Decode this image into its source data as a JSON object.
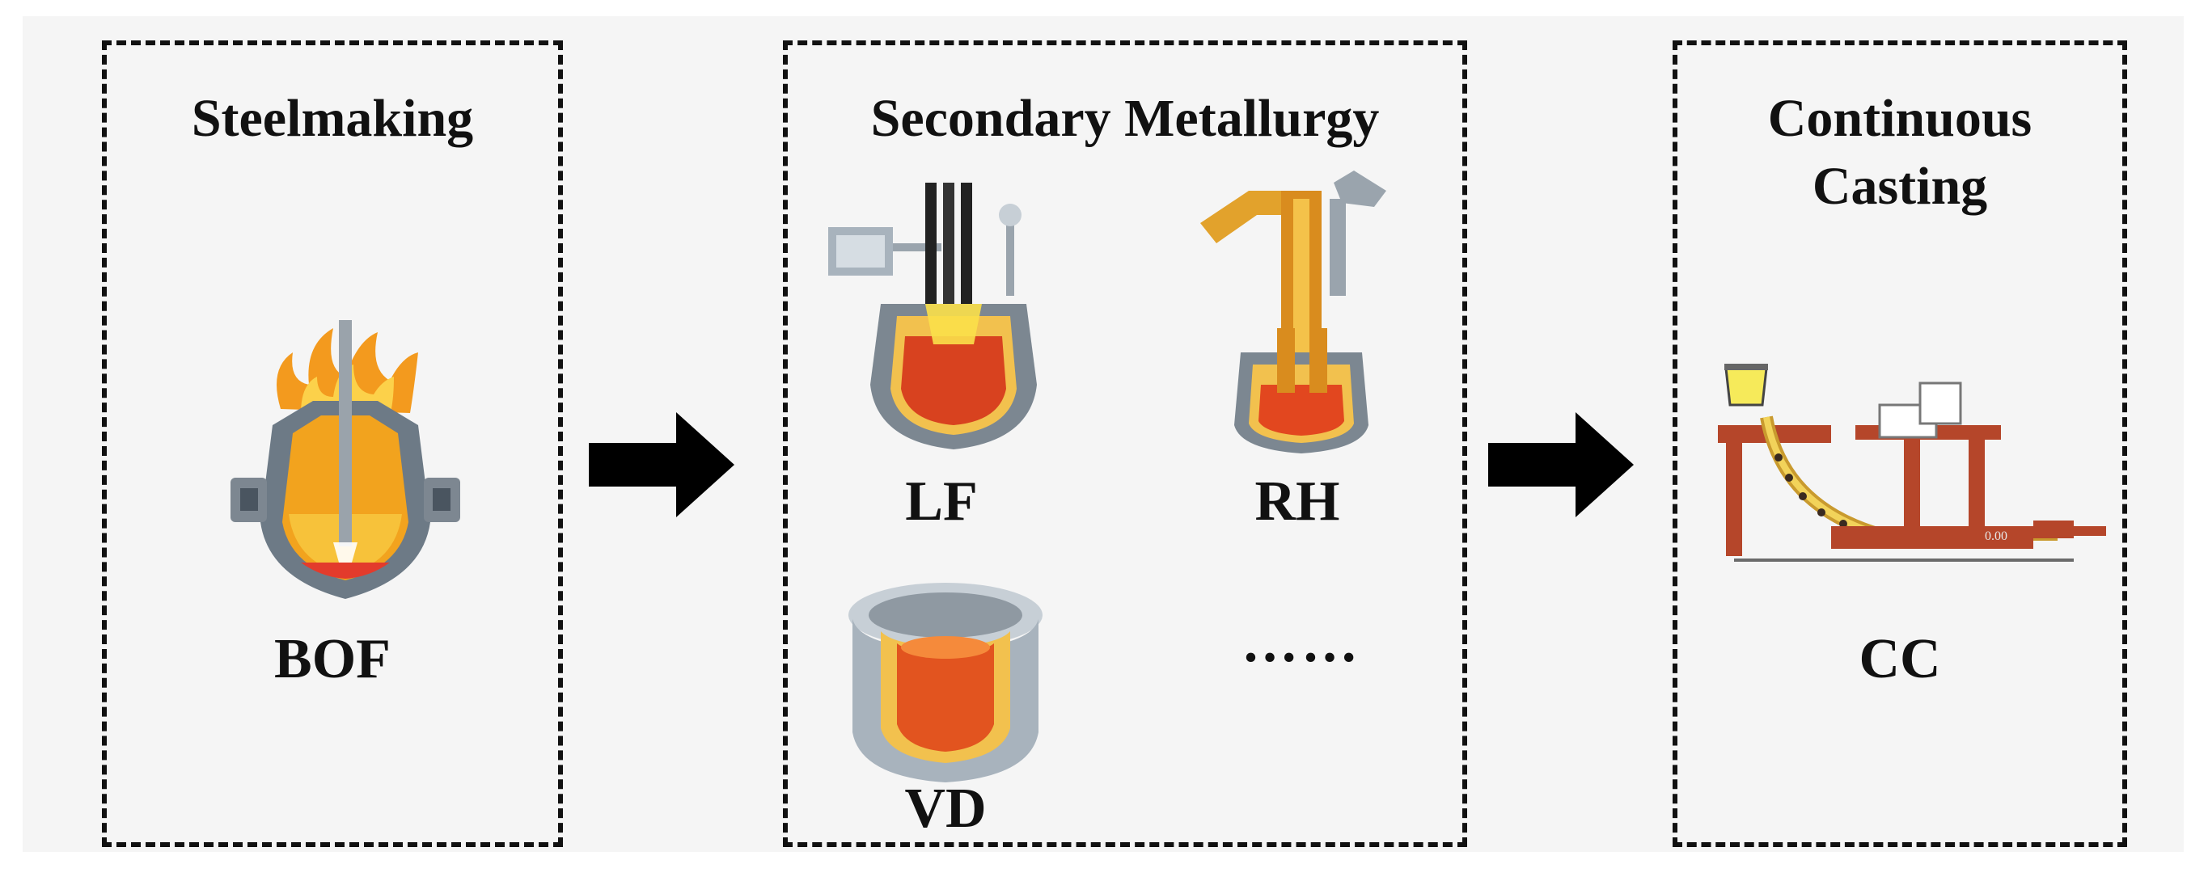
{
  "stages": [
    {
      "title": "Steelmaking",
      "items": [
        "BOF"
      ]
    },
    {
      "title": "Secondary Metallurgy",
      "items": [
        "LF",
        "RH",
        "VD",
        "……"
      ]
    },
    {
      "title_line1": "Continuous",
      "title_line2": "Casting",
      "items": [
        "CC"
      ]
    }
  ],
  "cc_ladle_text": "0.00",
  "colors": {
    "dashed_border": "#111111",
    "arrow": "#000000",
    "molten_steel": "#e8501a",
    "refractory": "#f2c14e",
    "vessel_steel": "#8a9096",
    "caster_frame": "#b5462a"
  }
}
